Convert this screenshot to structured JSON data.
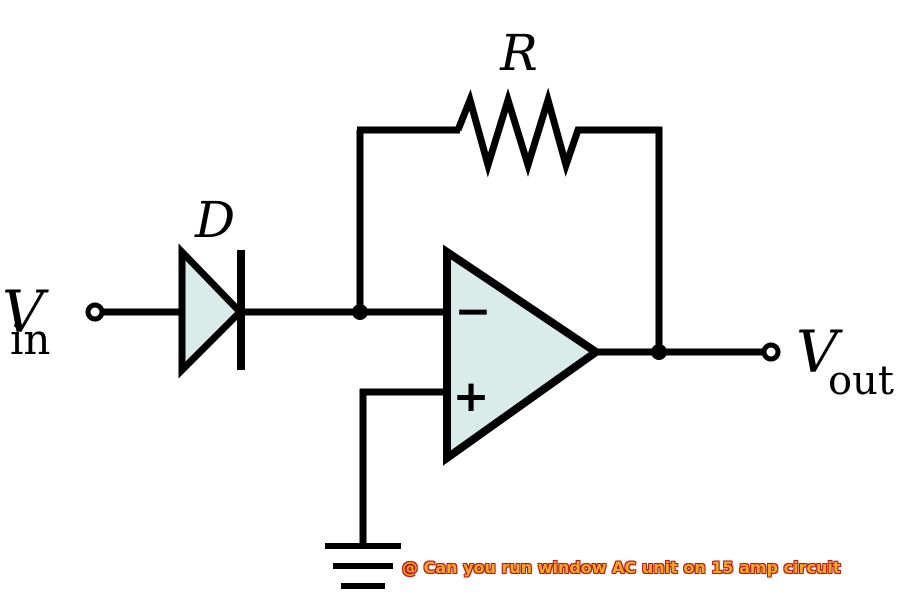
{
  "diagram": {
    "labels": {
      "resistor": "R",
      "diode": "D",
      "vin_main": "V",
      "vin_sub": "in",
      "vout_main": "V",
      "vout_sub": "out",
      "inverting": "−",
      "noninverting": "+"
    },
    "colors": {
      "wire": "#000000",
      "component_fill": "#d9ecea"
    }
  },
  "watermark": {
    "text": "@ Can you run window AC unit on 15 amp circuit"
  }
}
